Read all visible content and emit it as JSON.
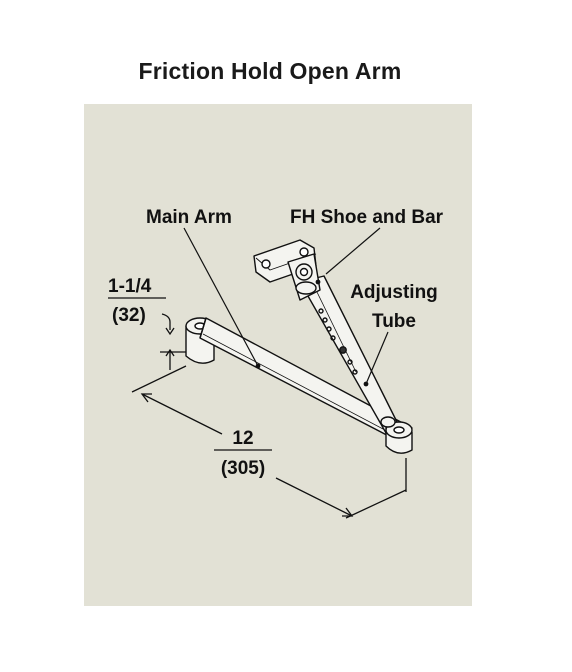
{
  "title": "Friction Hold Open Arm",
  "labels": {
    "main_arm": "Main Arm",
    "fh_shoe_and_bar": "FH Shoe and Bar",
    "adjusting_line1": "Adjusting",
    "adjusting_line2": "Tube"
  },
  "dimensions": {
    "height_in": "1-1/4",
    "height_mm": "(32)",
    "length_in": "12",
    "length_mm": "(305)"
  },
  "colors": {
    "panel": "#e2e1d5",
    "arm_fill": "#f4f4f0",
    "line": "#111111"
  }
}
